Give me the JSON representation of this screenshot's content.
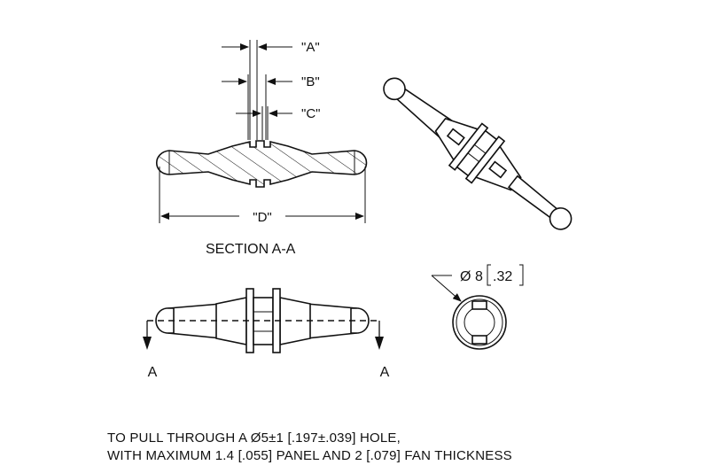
{
  "dimension_labels": {
    "a": "\"A\"",
    "b": "\"B\"",
    "c": "\"C\"",
    "d": "\"D\""
  },
  "section_title": "SECTION A-A",
  "section_markers": {
    "left": "A",
    "right": "A"
  },
  "diameter": {
    "symbol": "Ø",
    "value": "8",
    "inch": ".32"
  },
  "note": {
    "line1": "TO PULL THROUGH A Ø5±1 [.197±.039] HOLE,",
    "line2": "WITH MAXIMUM 1.4 [.055] PANEL AND 2 [.079] FAN THICKNESS"
  }
}
